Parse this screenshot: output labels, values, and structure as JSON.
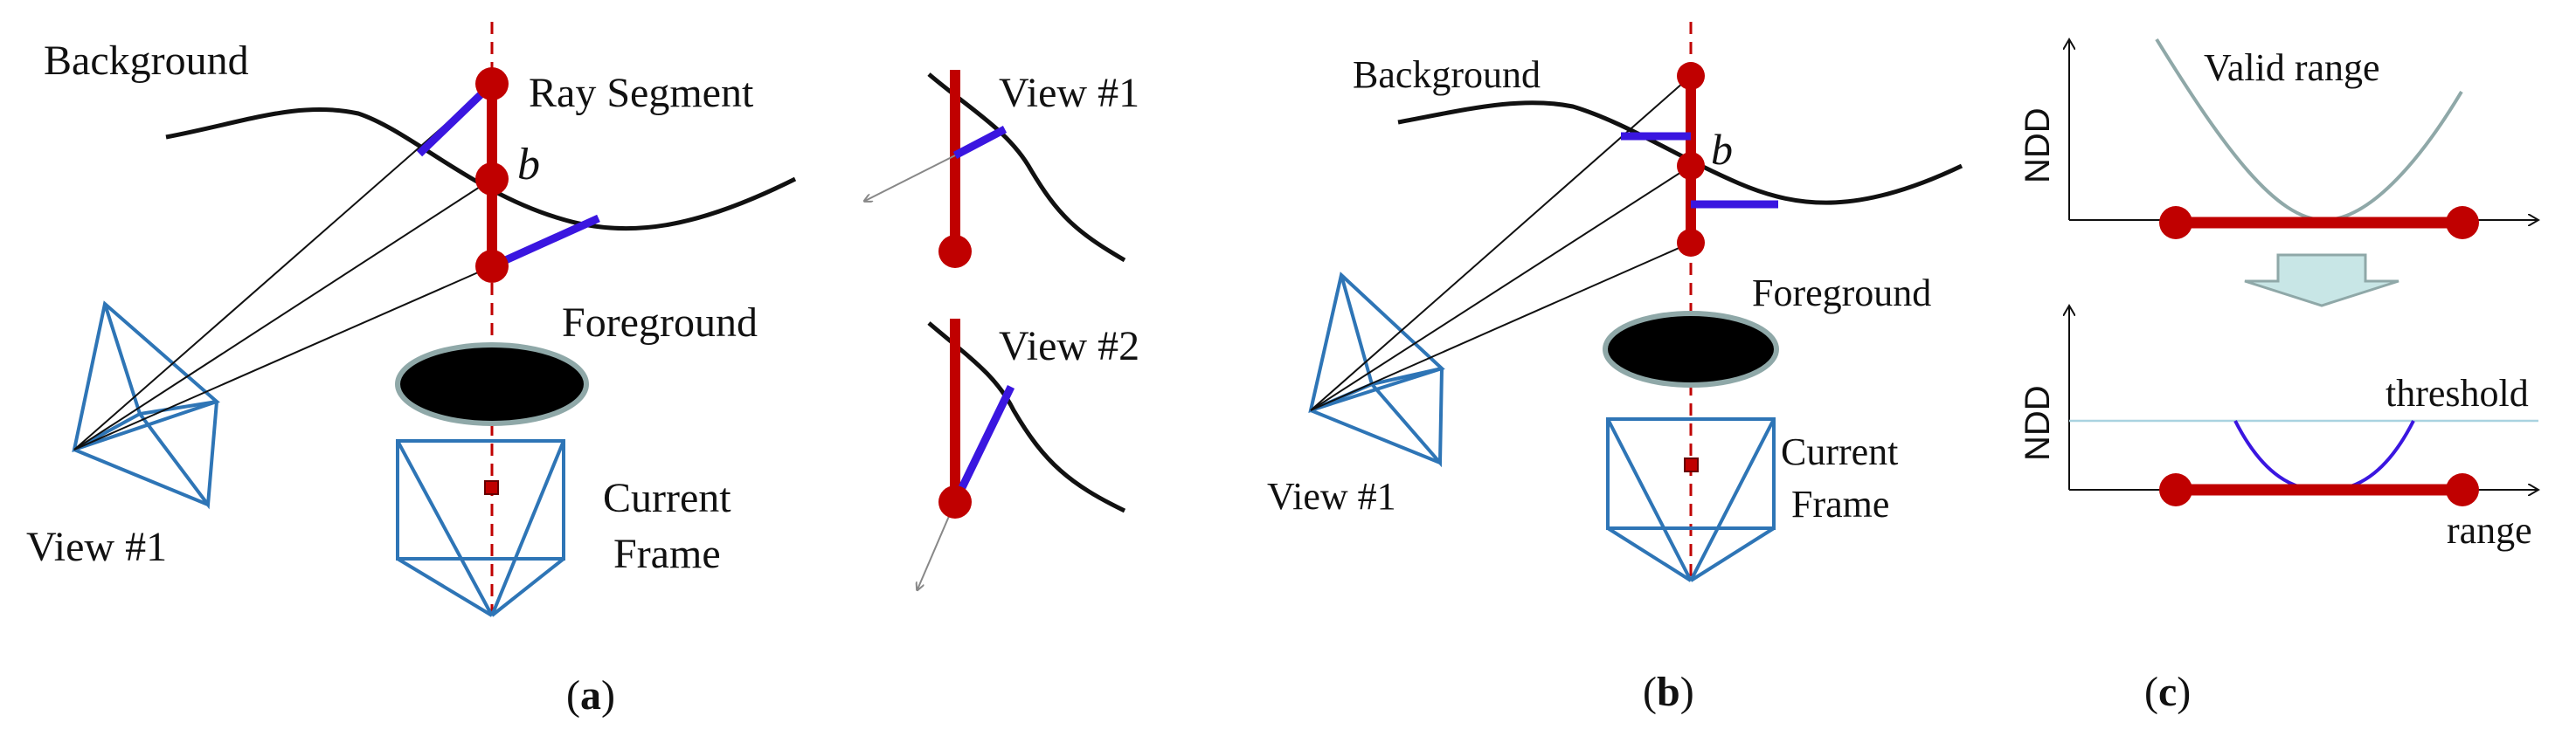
{
  "panel_a": {
    "background_label": "Background",
    "ray_segment_label": "Ray Segment",
    "b_label": "b",
    "foreground_label": "Foreground",
    "current_frame_line1": "Current",
    "current_frame_line2": "Frame",
    "view1_label": "View #1",
    "inset_view1_label": "View #1",
    "inset_view2_label": "View #2",
    "caption_open": "(",
    "caption_letter": "a",
    "caption_close": ")"
  },
  "panel_b": {
    "background_label": "Background",
    "b_label": "b",
    "foreground_label": "Foreground",
    "current_frame_line1": "Current",
    "current_frame_line2": "Frame",
    "view1_label": "View #1",
    "caption_open": "(",
    "caption_letter": "b",
    "caption_close": ")"
  },
  "panel_c": {
    "top_ylabel": "NDD",
    "valid_range_label": "Valid range",
    "bottom_ylabel": "NDD",
    "threshold_label": "threshold",
    "range_label": "range",
    "caption_open": "(",
    "caption_letter": "c",
    "caption_close": ")"
  },
  "colors": {
    "ray_red": "#c00000",
    "camera_blue": "#2e75b6",
    "segment_purple": "#3a16e0",
    "curve_gray": "#8fa8a8",
    "arrow_fill": "#c8e6e6",
    "threshold_line": "#a9d3e0"
  }
}
